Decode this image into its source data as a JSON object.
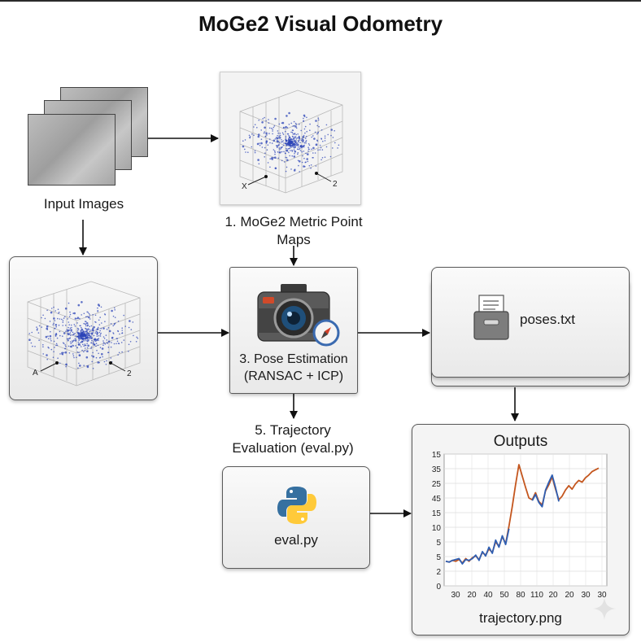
{
  "title": "MoGe2 Visual Odometry",
  "input_images": {
    "label": "Input Images"
  },
  "point_maps": {
    "label_line1": "1. MoGe2 Metric Point",
    "label_line2": "Maps"
  },
  "point_cloud": {
    "axis_x": "X",
    "axis_2": "2",
    "axis_a": "A"
  },
  "pose_estimation": {
    "label_line1": "3. Pose Estimation",
    "label_line2": "(RANSAC + ICP)"
  },
  "poses_file": {
    "label": "poses.txt"
  },
  "trajectory_eval": {
    "label_line1": "5. Trajectory",
    "label_line2": "Evaluation (eval.py)"
  },
  "eval_script": {
    "label": "eval.py"
  },
  "outputs": {
    "title": "Outputs",
    "caption": "trajectory.png"
  },
  "colors": {
    "series_blue": "#2f5fb3",
    "series_orange": "#c4561e",
    "python_blue": "#3670a0",
    "python_yellow": "#ffca3a"
  },
  "chart_data": {
    "type": "line",
    "y_tick_labels": [
      "15",
      "35",
      "25",
      "45",
      "15",
      "10",
      "5",
      "5",
      "2",
      "0"
    ],
    "x_tick_labels": [
      "30",
      "20",
      "40",
      "50",
      "80",
      "110",
      "20",
      "20",
      "30",
      "30"
    ],
    "x": [
      0,
      1,
      2,
      3,
      4,
      5,
      6,
      7,
      8,
      9,
      10,
      11,
      12,
      13,
      14,
      15,
      16,
      17,
      18,
      19,
      20,
      21,
      22,
      23,
      24,
      25,
      26,
      27,
      28,
      29,
      30,
      31,
      32,
      33,
      34,
      35,
      36,
      37,
      38,
      39,
      40,
      41,
      42,
      43,
      44,
      45,
      46
    ],
    "series": [
      {
        "color": "series_orange",
        "values": [
          2.8,
          2.7,
          2.9,
          2.8,
          3.0,
          2.6,
          3.1,
          2.8,
          3.2,
          3.4,
          3.0,
          3.8,
          3.5,
          4.2,
          3.8,
          5.0,
          4.5,
          5.6,
          4.8,
          6.8,
          9.0,
          11.5,
          13.8,
          12.5,
          11.2,
          10.0,
          9.8,
          10.6,
          9.6,
          9.2,
          10.8,
          11.5,
          12.4,
          11.0,
          9.8,
          10.2,
          10.9,
          11.4,
          11.0,
          11.6,
          12.0,
          11.8,
          12.3,
          12.6,
          13.0,
          13.2,
          13.4
        ]
      },
      {
        "color": "series_blue",
        "values": [
          2.8,
          2.7,
          2.9,
          3.0,
          3.1,
          2.5,
          3.0,
          2.9,
          3.1,
          3.5,
          2.9,
          3.9,
          3.4,
          4.4,
          3.7,
          5.2,
          4.4,
          5.7,
          4.7,
          6.5,
          null,
          null,
          null,
          null,
          11.0,
          null,
          9.7,
          10.4,
          9.5,
          9.0,
          10.9,
          11.8,
          12.6,
          11.2,
          9.6,
          null,
          null,
          null,
          null,
          null,
          null,
          null,
          null,
          null,
          null,
          null,
          null
        ]
      }
    ],
    "ylim": [
      0,
      15
    ],
    "grid": true
  }
}
